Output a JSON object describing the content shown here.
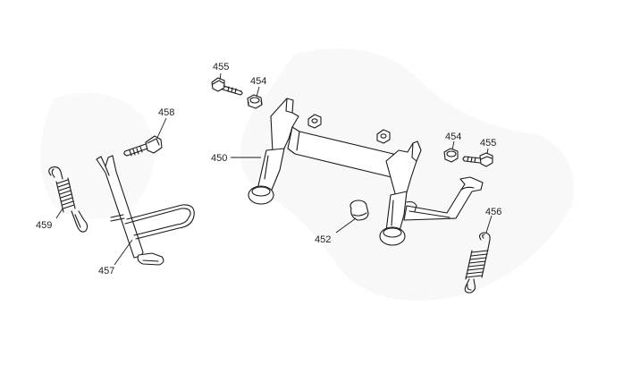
{
  "labels": {
    "p450": "450",
    "p452": "452",
    "p454a": "454",
    "p454b": "454",
    "p455a": "455",
    "p455b": "455",
    "p456": "456",
    "p457": "457",
    "p458": "458",
    "p459": "459"
  }
}
